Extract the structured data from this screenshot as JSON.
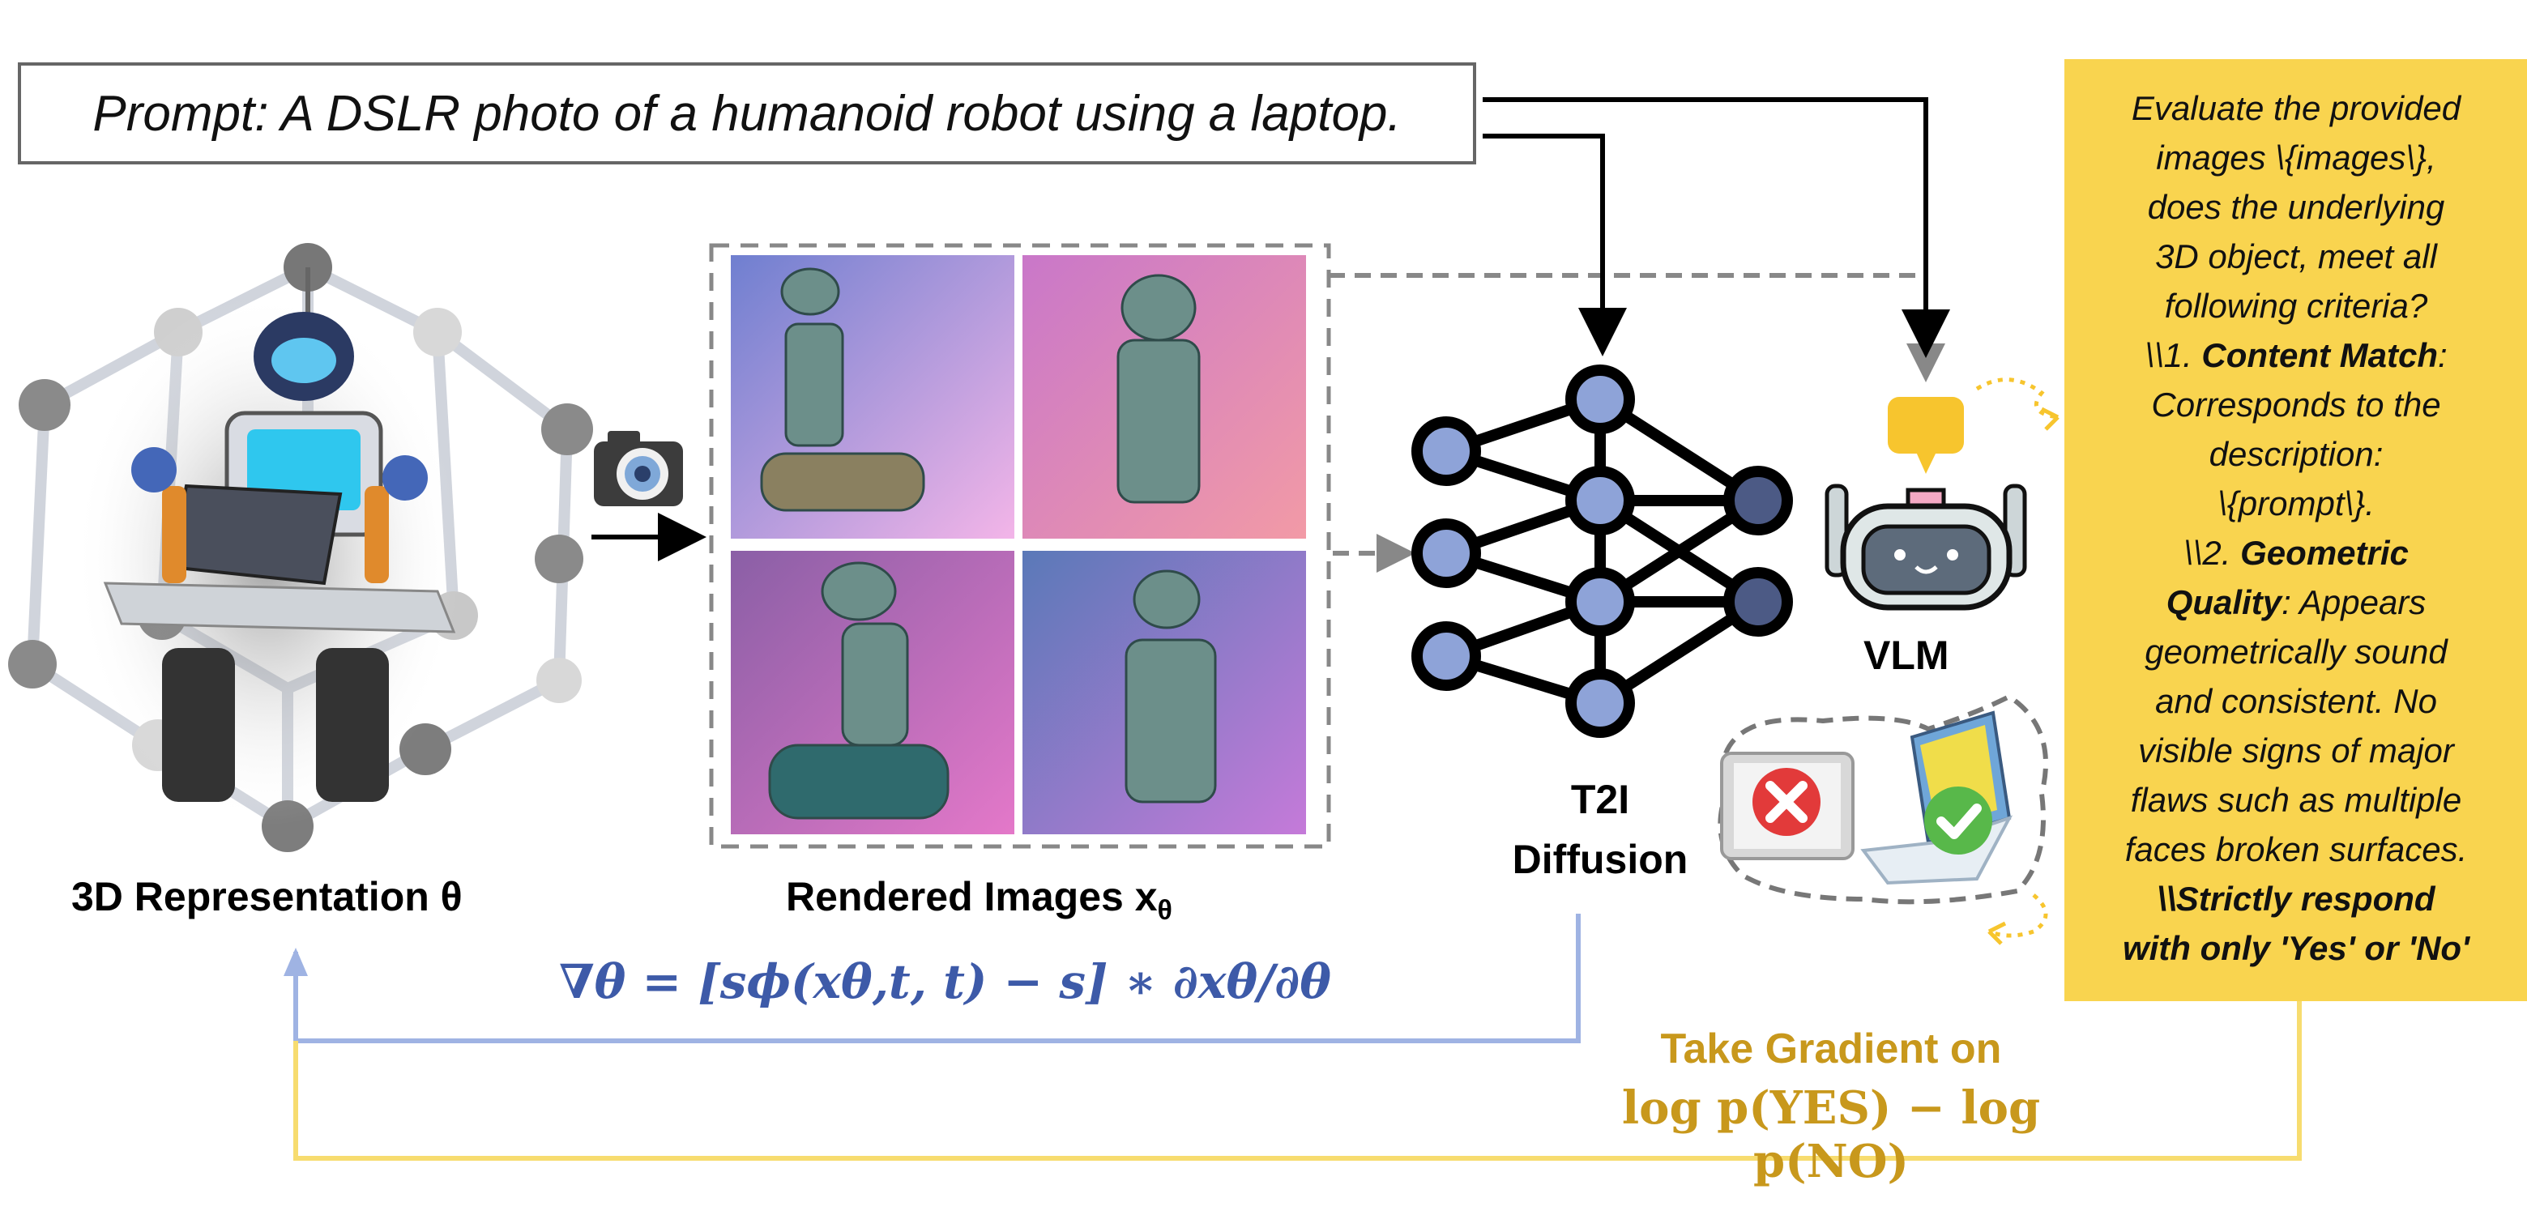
{
  "prompt": "Prompt: A DSLR photo of a humanoid robot using a laptop.",
  "labels": {
    "representation": "3D Representation θ",
    "rendered": "Rendered Images x",
    "rendered_sub": "θ",
    "t2i_line1": "T2I",
    "t2i_line2": "Diffusion",
    "vlm": "VLM"
  },
  "criteria": {
    "l1": "Evaluate the provided",
    "l2": "images \\{images\\},",
    "l3": "does the underlying",
    "l4": "3D object, meet all",
    "l5": "following criteria?",
    "l6a": "\\\\1. ",
    "l6b": "Content Match",
    "l6c": ":",
    "l7": "Corresponds to the",
    "l8": "description:",
    "l9": "\\{prompt\\}.",
    "l10a": "\\\\2. ",
    "l10b": "Geometric",
    "l11a": "Quality",
    "l11b": ": Appears",
    "l12": "geometrically sound",
    "l13": "and consistent. No",
    "l14": "visible signs of major",
    "l15": "flaws such as multiple",
    "l16": "faces broken surfaces.",
    "l17a": "\\\\",
    "l17b": "Strictly respond",
    "l18": "with only 'Yes' or 'No'"
  },
  "gradient_formula": "∇θ = [sϕ(xθ,t, t) − s] ∗ ∂xθ/∂θ",
  "take_gradient": {
    "line1": "Take Gradient on",
    "line2": "log p(YES) − log p(NO)"
  },
  "colors": {
    "blue_arrow": "#9fb3e3",
    "yellow_arrow": "#f7dc6f",
    "criteria_bg": "#f9d44f",
    "formula_blue": "#3d5aa8",
    "formula_gold": "#c8981c",
    "node_fill": "#8ea3d8"
  },
  "icons": [
    "camera-icon",
    "robot-icon",
    "vlm-robot-icon",
    "neural-net-icon",
    "tablet-reject-icon",
    "laptop-accept-icon"
  ]
}
